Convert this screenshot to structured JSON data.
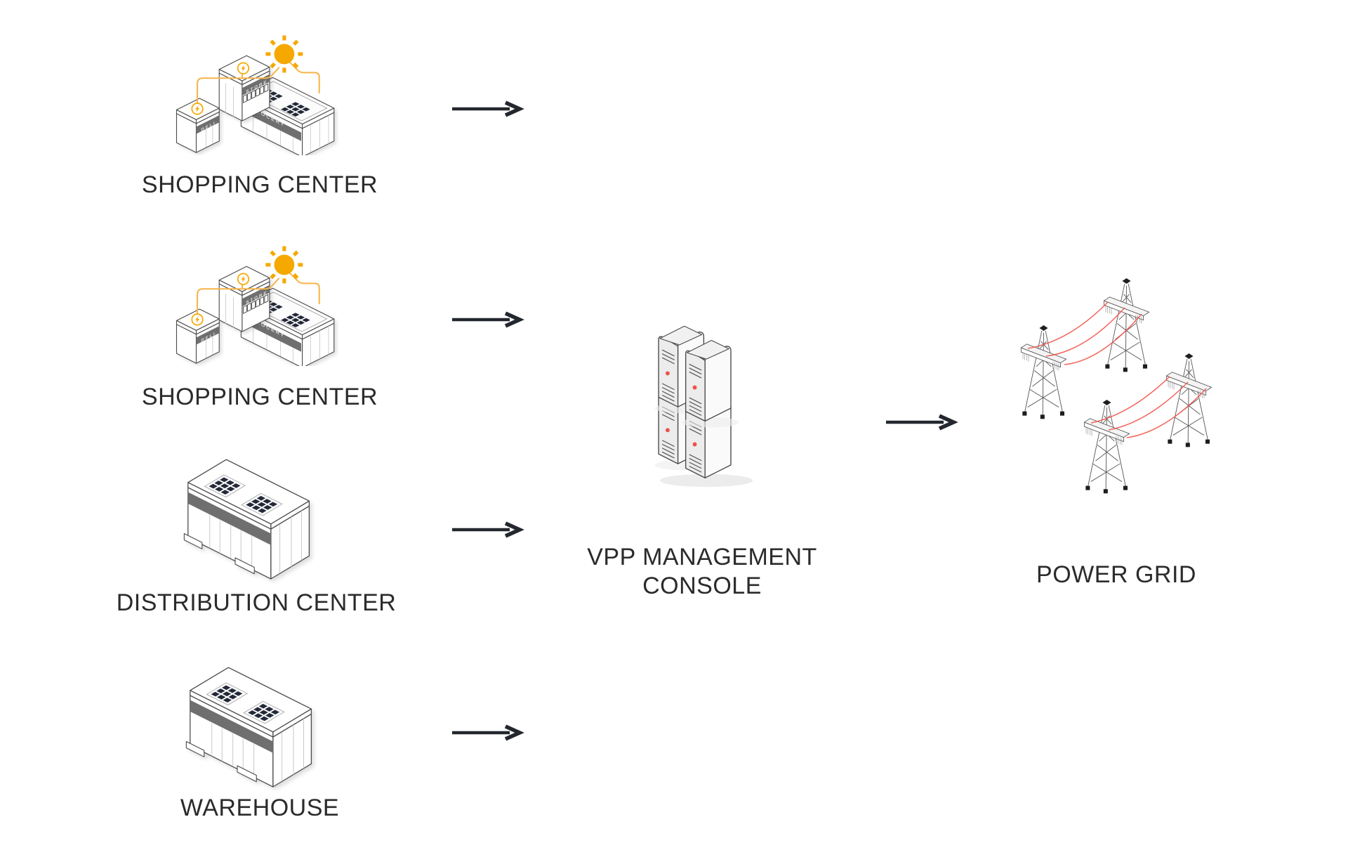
{
  "diagram": {
    "sources": [
      {
        "label": "SHOPPING CENTER"
      },
      {
        "label": "SHOPPING CENTER"
      },
      {
        "label": "DISTRIBUTION CENTER"
      },
      {
        "label": "WAREHOUSE"
      }
    ],
    "console": {
      "line1": "VPP MANAGEMENT",
      "line2": "CONSOLE"
    },
    "grid": {
      "label": "POWER GRID"
    },
    "signs": {
      "deli": "DELI",
      "store": "STORE",
      "grocery": "GROCERY"
    },
    "colors": {
      "accent_orange": "#F5A800",
      "wire_orange": "#F6B44A",
      "power_line_red": "#F2564D",
      "led_red": "#F04F4A",
      "solar_panel_dark": "#232938",
      "sign_band_gray": "#6F6F6F",
      "arrow_dark": "#23272E",
      "label_text": "#2B2B2B"
    }
  }
}
